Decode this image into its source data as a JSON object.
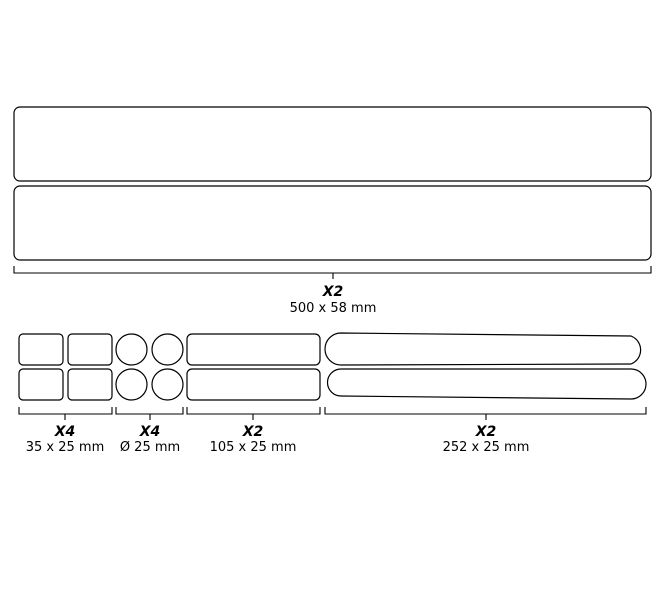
{
  "groups": [
    {
      "id": "large-strip",
      "quantity": "X2",
      "dimensions": "500 x 58 mm"
    },
    {
      "id": "small-rectangle",
      "quantity": "X4",
      "dimensions": "35 x 25 mm"
    },
    {
      "id": "circle",
      "quantity": "X4",
      "dimensions": "Ø 25 mm"
    },
    {
      "id": "medium-strip",
      "quantity": "X2",
      "dimensions": "105 x 25 mm"
    },
    {
      "id": "tapered-strip",
      "quantity": "X2",
      "dimensions": "252 x 25 mm"
    }
  ]
}
